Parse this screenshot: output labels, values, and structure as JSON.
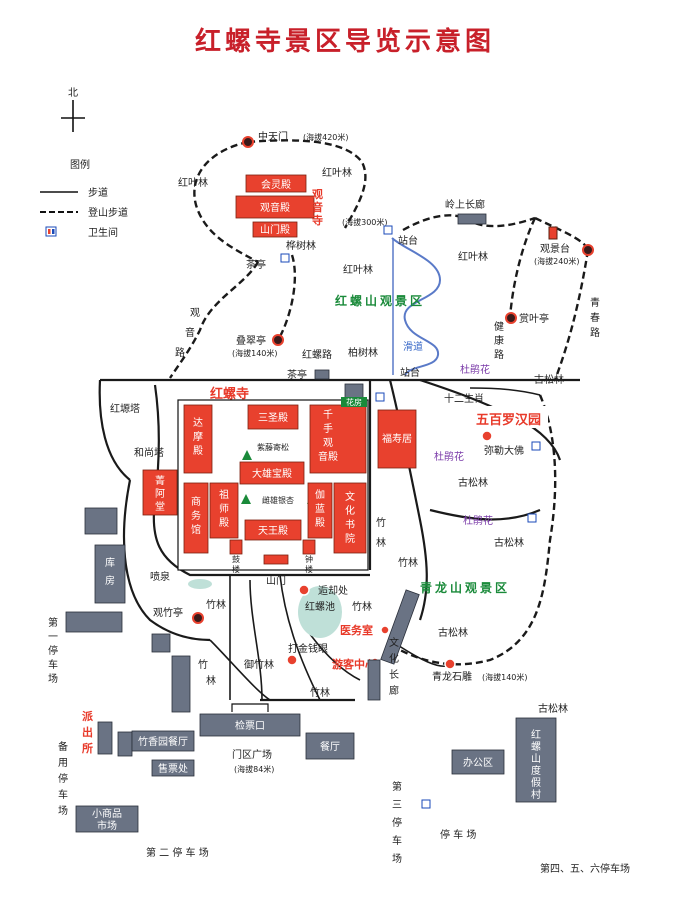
{
  "title": "红螺寺景区导览示意图",
  "compass": "北",
  "legend": {
    "heading": "图例",
    "walkway": "步道",
    "mountain_path": "登山步道",
    "restroom": "卫生间"
  },
  "zones": {
    "guanyin": "观音寺",
    "hongluoshan": "红螺山观景区",
    "hongluosi": "红螺寺",
    "wubai": "五百罗汉园",
    "qinglong": "青龙山观景区"
  },
  "temple_halls": {
    "huijing": "会灵殿",
    "guanyin_hall": "观音殿",
    "shanmen_top": "山门殿",
    "sansheng": "三圣殿",
    "damo": "达摩殿",
    "qianshou": "千手观音殿",
    "dazhong": "大雄宝殿",
    "zushi": "祖师殿",
    "shangwu": "商务馆",
    "yuzhai": "伽蓝殿",
    "wenhua": "文化书院",
    "tianwang": "天王殿",
    "gulou": "鼓楼",
    "zhonglou": "钟楼",
    "shanmen": "山门",
    "fushou": "福寿居",
    "qingtang": "菁阿堂",
    "huafang": "花房",
    "pine1": "紫藤寄松",
    "pine2": "雌雄银杏"
  },
  "places": {
    "zhongtianmen": "中天门",
    "zhongtianmen_alt": "(海拔420米)",
    "hongyelin1": "红叶林",
    "hongyelin2": "红叶林",
    "hongyelin3": "红叶林",
    "hongyelin4": "红叶林",
    "alt300": "(海拔300米)",
    "zhantai1": "站台",
    "zhantai2": "站台",
    "lingshang": "岭上长廊",
    "guanjingtai": "观景台",
    "guanjingtai_alt": "(海拔240米)",
    "qingchun": "青春路",
    "shangye": "赏叶亭",
    "jiankang": "健康路",
    "guanyin_road": "观音路",
    "chating1": "茶亭",
    "chating2": "茶亭",
    "huashu": "桦树林",
    "diecui": "叠翠亭",
    "diecui_alt": "(海拔140米)",
    "hongluo_road": "红螺路",
    "baishulin": "柏树林",
    "huadao": "滑道",
    "dujuan1": "杜鹃花",
    "dujuan2": "杜鹃花",
    "dujuan3": "杜鹃花",
    "shier": "十二生肖",
    "mile": "弥勒大佛",
    "gusonglin1": "古松林",
    "gusonglin2": "古松林",
    "gusonglin3": "古松林",
    "gusonglin4": "古松林",
    "hongyuan": "红塬塔",
    "heshang": "和尚塔",
    "zhulin1": "竹林",
    "zhulin2": "竹林",
    "zhulin3": "竹林",
    "zhulin4": "竹林",
    "zhulin5": "竹林",
    "zhulin6": "竹林",
    "penquan": "喷泉",
    "guanzhu": "观竹亭",
    "hongluochi": "红螺池",
    "yiwushi": "医务室",
    "dajin": "打金钱眼",
    "yuzhu": "御竹林",
    "youke": "游客中心",
    "wenhua_lang": "文化长廊",
    "qinglong_shi": "青龙石雕",
    "qinglong_alt": "(海拔140米)",
    "huanyuan": "逅却处",
    "kufang": "库房",
    "park1": "第一停车场",
    "paichu": "派出所",
    "zhuxiang": "竹香园餐厅",
    "shoupiao": "售票处",
    "jianpiao": "检票口",
    "menqu": "门区广场",
    "menqu_alt": "(海拔84米)",
    "canting": "餐厅",
    "beiyong": "备用停车场",
    "xiaoshang": "小商品市场",
    "park2": "第 二 停 车 场",
    "park3": "第三停车场",
    "tingchechang": "停 车 场",
    "bangong": "办公区",
    "dujia": "红螺山度假村",
    "park456": "第四、五、六停车场"
  }
}
